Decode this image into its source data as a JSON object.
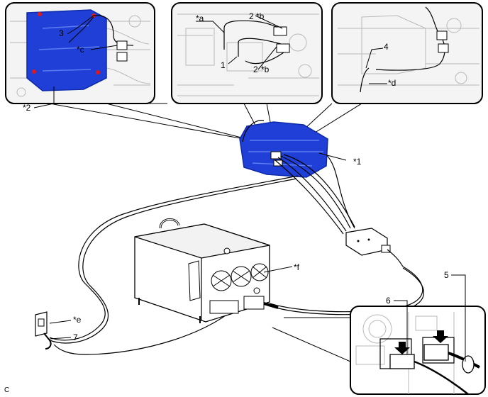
{
  "diagram": {
    "corner_mark": "C",
    "colors": {
      "highlight_blue": "#1f3fd6",
      "highlight_blue_dark": "#0d2aa8",
      "bolt_red": "#e01818",
      "outline": "#000000",
      "panel_bg": "#f4f4f4"
    },
    "labels": {
      "n1": "1",
      "n2a": "2",
      "n2b": "2",
      "n3": "3",
      "n4": "4",
      "n5": "5",
      "n6": "6",
      "n7": "7",
      "s_a": "*a",
      "s_b1": "*b",
      "s_b2": "*b",
      "s_c": "*c",
      "s_d": "*d",
      "s_e": "*e",
      "s_f": "*f",
      "s_1": "*1",
      "s_2": "*2"
    }
  }
}
